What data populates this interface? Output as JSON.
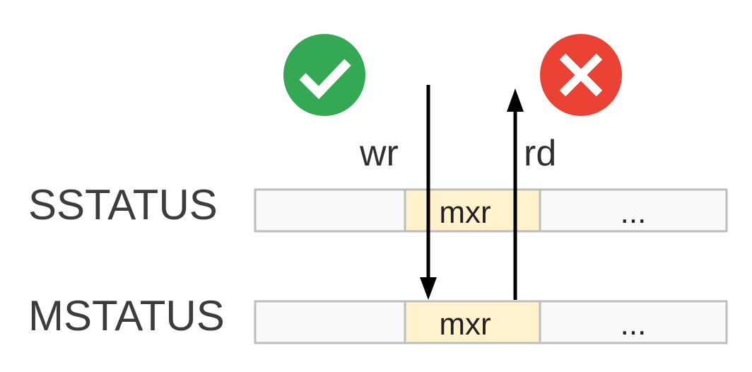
{
  "registers": [
    {
      "name": "SSTATUS",
      "fields": [
        "",
        "mxr",
        "..."
      ]
    },
    {
      "name": "MSTATUS",
      "fields": [
        "",
        "mxr",
        "..."
      ]
    }
  ],
  "arrows": {
    "write": {
      "label": "wr",
      "allowed": true
    },
    "read": {
      "label": "rd",
      "allowed": false
    }
  },
  "icons": {
    "allowed": {
      "name": "check-icon",
      "color": "#34a853"
    },
    "denied": {
      "name": "cross-icon",
      "color": "#ea4335"
    }
  },
  "colors": {
    "cell_fill": "#f8f9fa",
    "highlight_fill": "#fff2cc",
    "cell_border": "#bdbdbd",
    "arrow": "#000000"
  }
}
